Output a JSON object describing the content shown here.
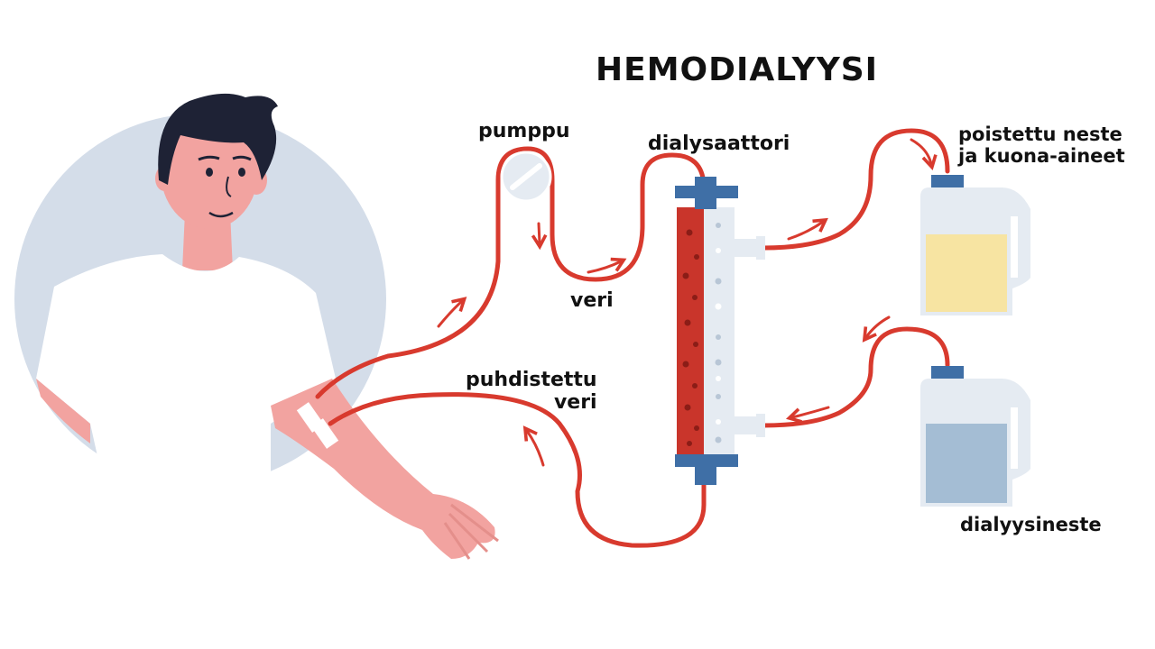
{
  "title": "HEMODIALYYSI",
  "labels": {
    "pump": "pumppu",
    "dialyzer": "dialysaattori",
    "blood": "veri",
    "clean_blood_line1": "puhdistettu",
    "clean_blood_line2": "veri",
    "waste_line1": "poistettu neste",
    "waste_line2": "ja kuona-aineet",
    "dialysate": "dialyysineste"
  },
  "colors": {
    "tube": "#d83a2e",
    "blood": "#c9352b",
    "connector": "#3f6fa6",
    "circle_bg": "#d4dde9",
    "skin": "#f2a3a0",
    "hair": "#1e2235",
    "waste_fluid": "#f7e4a2",
    "dialysate_fluid": "#a4bdd4",
    "jug": "#e5ebf2"
  }
}
